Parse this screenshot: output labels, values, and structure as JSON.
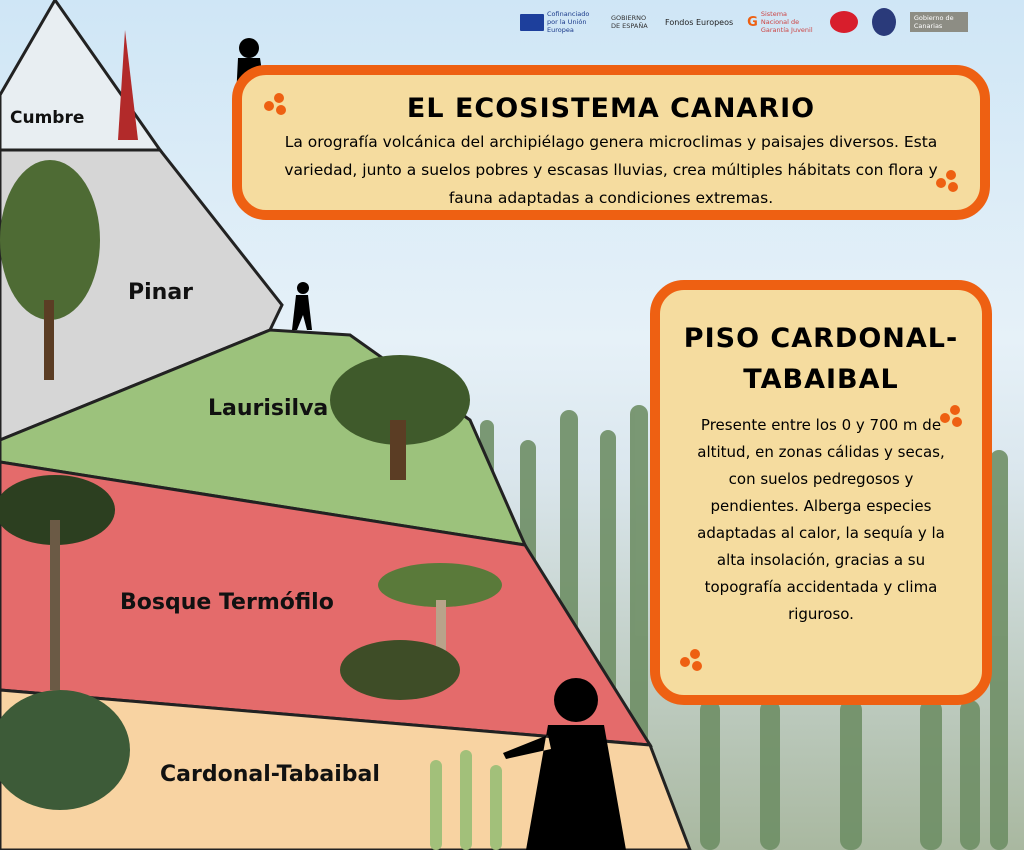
{
  "logos": {
    "eu": "Cofinanciado por la Unión Europea",
    "gobierno": "GOBIERNO DE ESPAÑA",
    "fondos": "Fondos Europeos",
    "garantia": "Sistema Nacional de Garantía Juvenil",
    "canarias": "Gobierno de Canarias"
  },
  "header": {
    "title": "EL ECOSISTEMA CANARIO",
    "text": "La orografía volcánica del archipiélago genera microclimas y paisajes diversos. Esta variedad, junto a suelos pobres y escasas lluvias, crea múltiples hábitats con flora y fauna adaptadas a condiciones extremas."
  },
  "pyramid": {
    "levels": [
      "Cumbre",
      "Pinar",
      "Laurisilva",
      "Bosque Termófilo",
      "Cardonal-Tabaibal"
    ]
  },
  "piso": {
    "title": "PISO CARDONAL-TABAIBAL",
    "text": "Presente entre los 0 y 700 m de altitud, en zonas cálidas y secas, con suelos pedregosos y pendientes. Alberga especies adaptadas al calor, la sequía y la alta insolación, gracias a su topografía accidentada y clima riguroso."
  },
  "colors": {
    "accent": "#ee6012",
    "box": "#f5dc9f",
    "cumbre": "#e8eef2",
    "pinar": "#d6d6d6",
    "laurisilva": "#9cc27c",
    "termofilo": "#e46b6b",
    "cardonal": "#f8d3a2"
  }
}
